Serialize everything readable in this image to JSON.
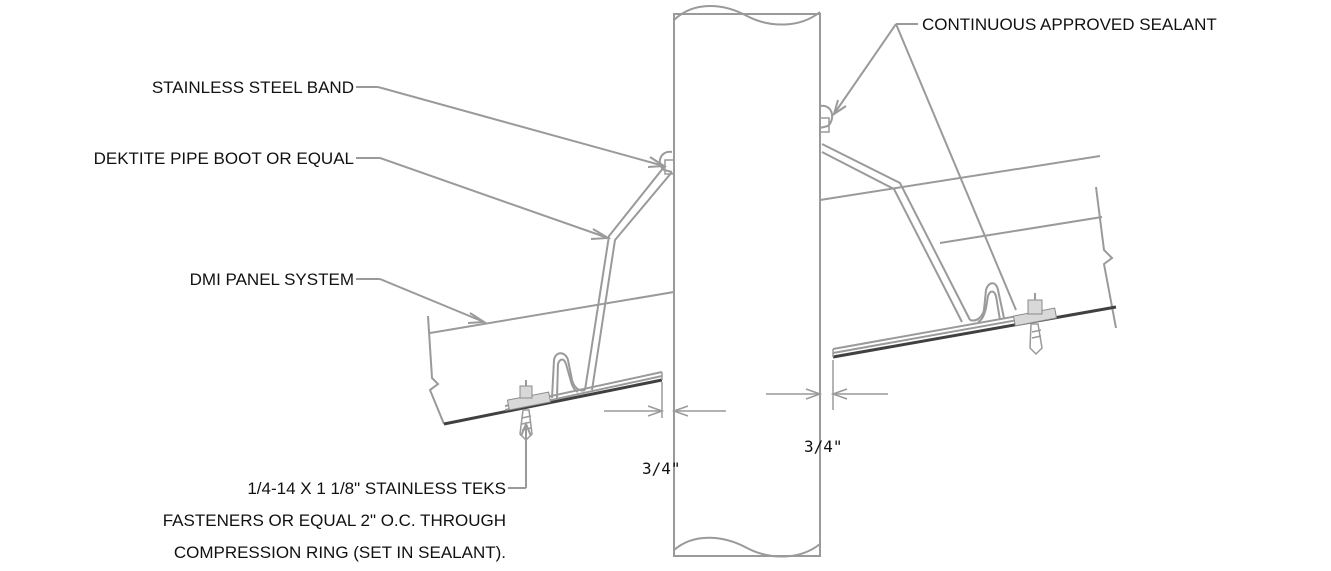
{
  "labels": {
    "sealant": "CONTINUOUS APPROVED SEALANT",
    "band": "STAINLESS STEEL BAND",
    "boot": "DEKTITE PIPE BOOT OR EQUAL",
    "panel": "DMI PANEL SYSTEM",
    "fastener_line1": "1/4-14 X 1 1/8\" STAINLESS TEKS",
    "fastener_line2": "FASTENERS OR EQUAL 2\" O.C. THROUGH",
    "fastener_line3": "COMPRESSION RING (SET IN SEALANT)."
  },
  "dimensions": {
    "left_gap": "3/4\"",
    "right_gap": "3/4\""
  },
  "colors": {
    "linework": "#9a9a9a",
    "deck": "#404040",
    "text": "#111111"
  }
}
